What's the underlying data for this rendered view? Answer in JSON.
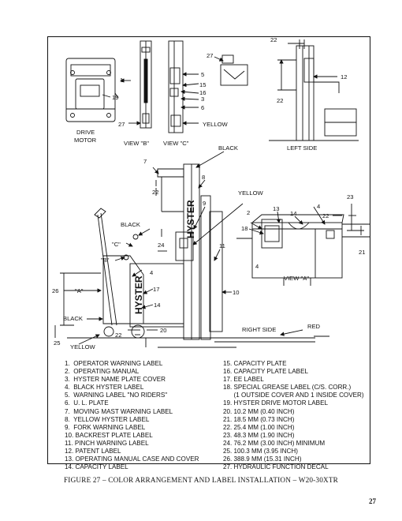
{
  "figure_caption": "FIGURE 27 – COLOR ARRANGEMENT AND LABEL INSTALLATION – W20-30XTR",
  "page_number": "27",
  "views": {
    "drive_motor": "DRIVE\nMOTOR",
    "view_b": "VIEW \"B\"",
    "view_c": "VIEW \"C\"",
    "left_side": "LEFT SIDE",
    "view_a": "VIEW \"A\"",
    "right_side": "RIGHT SIDE"
  },
  "color_notes": {
    "black": "BLACK",
    "yellow": "YELLOW",
    "red": "RED"
  },
  "view_refs": {
    "a": "\"A\"",
    "b": "\"B\"",
    "c": "\"C\""
  },
  "brand": "HYSTER",
  "callouts": [
    "1",
    "2",
    "3",
    "4",
    "5",
    "6",
    "7",
    "8",
    "9",
    "10",
    "11",
    "12",
    "13",
    "14",
    "15",
    "16",
    "17",
    "18",
    "19",
    "20",
    "21",
    "22",
    "23",
    "24",
    "25",
    "26",
    "27"
  ],
  "legend_left": [
    "1.  OPERATOR WARNING LABEL",
    "2.  OPERATING MANUAL",
    "3.  HYSTER NAME PLATE COVER",
    "4.  BLACK HYSTER LABEL",
    "5.  WARNING LABEL \"NO RIDERS\"",
    "6.  U. L. PLATE",
    "7.  MOVING MAST WARNING LABEL",
    "8.  YELLOW HYSTER LABEL",
    "9.  FORK WARNING LABEL",
    "10. BACKREST PLATE LABEL",
    "11. PINCH WARNING LABEL",
    "12. PATENT LABEL",
    "13. OPERATING MANUAL CASE AND COVER",
    "14. CAPACITY LABEL"
  ],
  "legend_right": [
    "15. CAPACITY PLATE",
    "16. CAPACITY PLATE LABEL",
    "17. EE LABEL",
    "18. SPECIAL GREASE LABEL (C/S. CORR.)",
    "      (1 OUTSIDE COVER AND 1 INSIDE COVER)",
    "19. HYSTER DRIVE MOTOR LABEL",
    "20. 10.2 MM (0.40 INCH)",
    "21. 18.5 MM (0.73 INCH)",
    "22. 25.4 MM (1.00 INCH)",
    "23. 48.3 MM (1.90 INCH)",
    "24. 76.2 MM (3.00 INCH) MINIMUM",
    "25. 100.3 MM (3.95 INCH)",
    "26. 388.9 MM (15.31 INCH)",
    "27. HYDRAULIC FUNCTION DECAL"
  ]
}
